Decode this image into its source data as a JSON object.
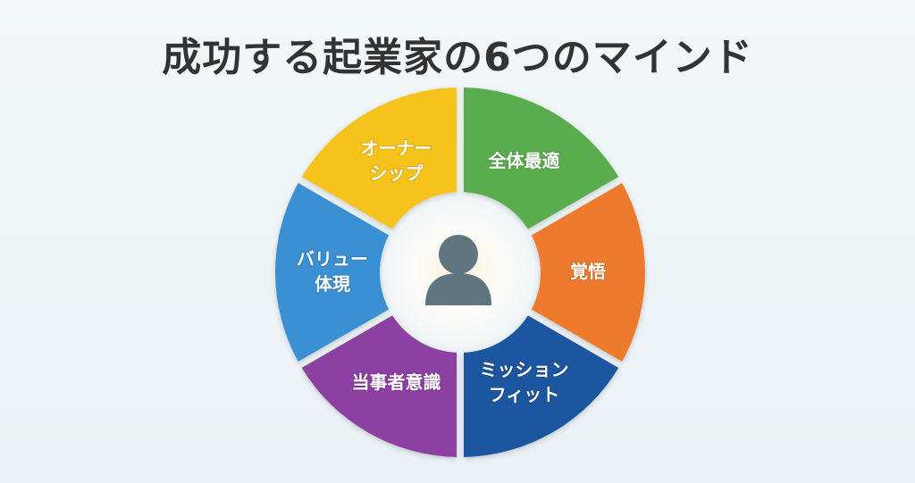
{
  "title": "成功する起業家の6つのマインド",
  "center": {
    "icon": "person-icon",
    "color": "#5f7580"
  },
  "segments": [
    {
      "label_lines": [
        "全体最適"
      ],
      "color": "#5aad4f"
    },
    {
      "label_lines": [
        "覚悟"
      ],
      "color": "#ee7a2d"
    },
    {
      "label_lines": [
        "ミッション",
        "フィット"
      ],
      "color": "#1d57a0"
    },
    {
      "label_lines": [
        "当事者意識"
      ],
      "color": "#8b3fa2"
    },
    {
      "label_lines": [
        "バリュー",
        "体現"
      ],
      "color": "#3a8fd3"
    },
    {
      "label_lines": [
        "オーナー",
        "シップ"
      ],
      "color": "#f5c31a"
    }
  ]
}
